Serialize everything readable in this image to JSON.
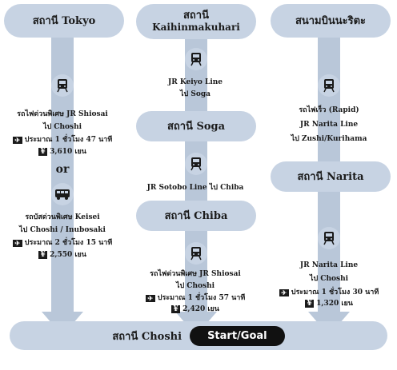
{
  "col1": {
    "title": "สถานี Tokyo",
    "line1": "รถไฟด่วนพิเศษ JR Shiosai",
    "line2": "ไป Choshi",
    "duration": "ประมาณ 1 ชั่วโมง 47 นาที",
    "fare": "3,610 เยน",
    "or": "or",
    "bus_line1": "รถบัสด่วนพิเศษ Keisei",
    "bus_line2": "ไป Choshi / Inubosaki",
    "bus_duration": "ประมาณ 2 ชั่วโมง 15 นาที",
    "bus_fare": "2,550 เยน"
  },
  "col2": {
    "title_line1": "สถานี",
    "title_line2": "Kaihinmakuhari",
    "seg1_line1": "JR Keiyo Line",
    "seg1_line2": "ไป Soga",
    "station2": "สถานี Soga",
    "seg2": "JR Sotobo Line ไป Chiba",
    "station3": "สถานี Chiba",
    "seg3_line1": "รถไฟด่วนพิเศษ JR Shiosai",
    "seg3_line2": "ไป Choshi",
    "duration": "ประมาณ 1 ชั่วโมง 57 นาที",
    "fare": "2,420 เยน"
  },
  "col3": {
    "title": "สนามบินนะริตะ",
    "seg1_line1": "รถไฟเร็ว (Rapid)",
    "seg1_line2": "JR Narita Line",
    "seg1_line3": "ไป Zushi/Kurihama",
    "station2": "สถานี Narita",
    "seg2_line1": "JR Narita Line",
    "seg2_line2": "ไป Choshi",
    "duration": "ประมาณ 1 ชั่วโมง 30 นาที",
    "fare": "1,320 เยน"
  },
  "bottom": {
    "station": "สถานี Choshi",
    "badge": "Start/Goal"
  },
  "icons": {
    "train": "train-icon",
    "bus": "bus-icon",
    "plane": "plane-icon",
    "yen": "yen-icon"
  },
  "colors": {
    "pill": "#c7d3e3",
    "arrow": "#b9c7d9",
    "badge": "#111111"
  }
}
